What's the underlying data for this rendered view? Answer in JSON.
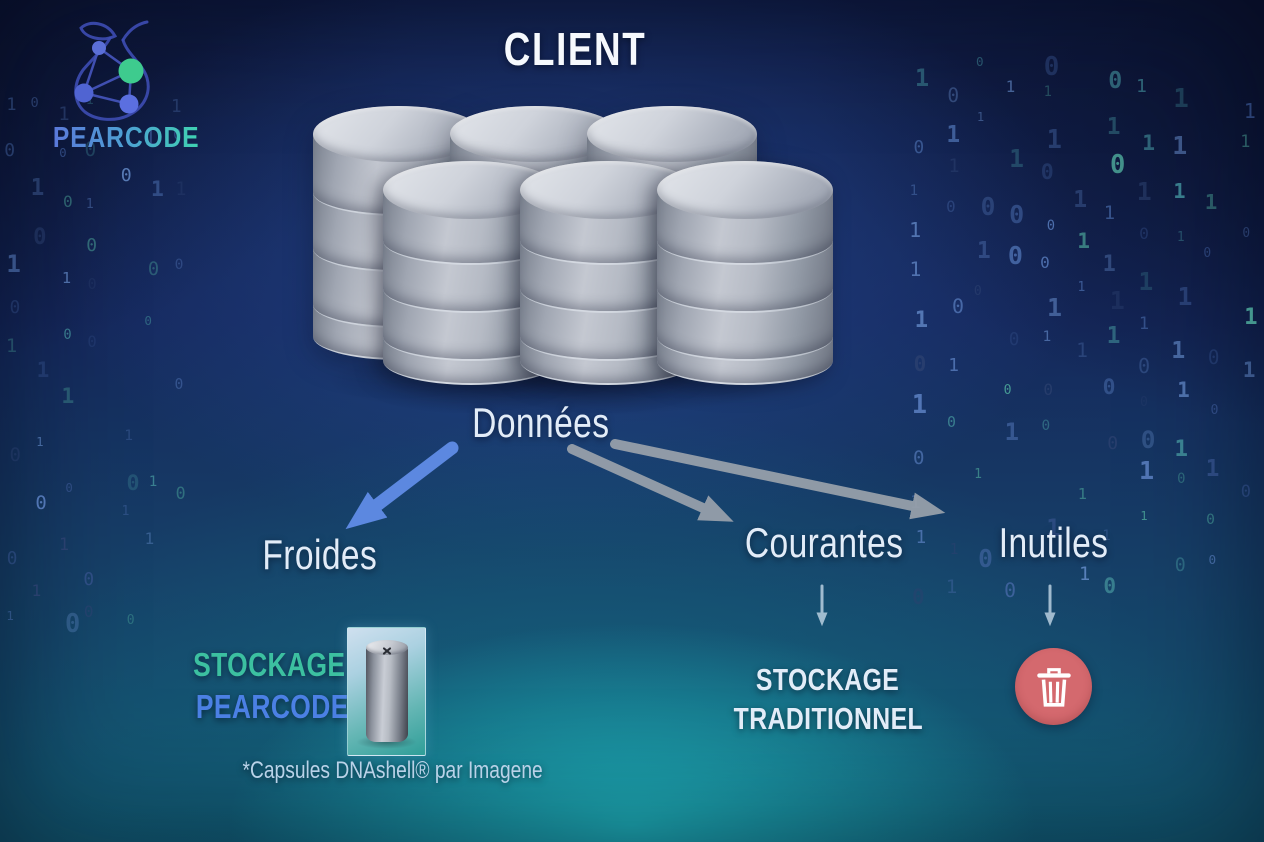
{
  "header": {
    "title": "CLIENT",
    "brand": "PEARCODE"
  },
  "diagram": {
    "source_label": "Données",
    "database": {
      "stacks": 6,
      "disks_per_stack": 4
    },
    "branches": [
      {
        "label": "Froides",
        "arrow_color": "#5c88e0",
        "destination_line1": "STOCKAGE",
        "destination_line2": "PEARCODE*",
        "destination_icon": "dna-capsule"
      },
      {
        "label": "Courantes",
        "arrow_color": "#9aa2ac",
        "destination_line1": "STOCKAGE",
        "destination_line2": "TRADITIONNEL"
      },
      {
        "label": "Inutiles",
        "arrow_color": "#9aa2ac",
        "destination_icon": "trash-can"
      }
    ]
  },
  "footer": {
    "note": "*Capsules DNAshell® par Imagene"
  },
  "colors": {
    "accent-blue": "#5c88e0",
    "arrow-gray": "#9aa2ac",
    "small-arrow": "#b9cfe0",
    "brand-teal": "#3cc0a0",
    "brand-blue": "#4b80e4",
    "trash-red": "#d4696e",
    "title-white": "#f6f9fd",
    "label-light": "#e2ecf8",
    "footnote-blue": "#b9d2e8"
  },
  "background": {
    "binary_chars": [
      "0",
      "1"
    ]
  }
}
